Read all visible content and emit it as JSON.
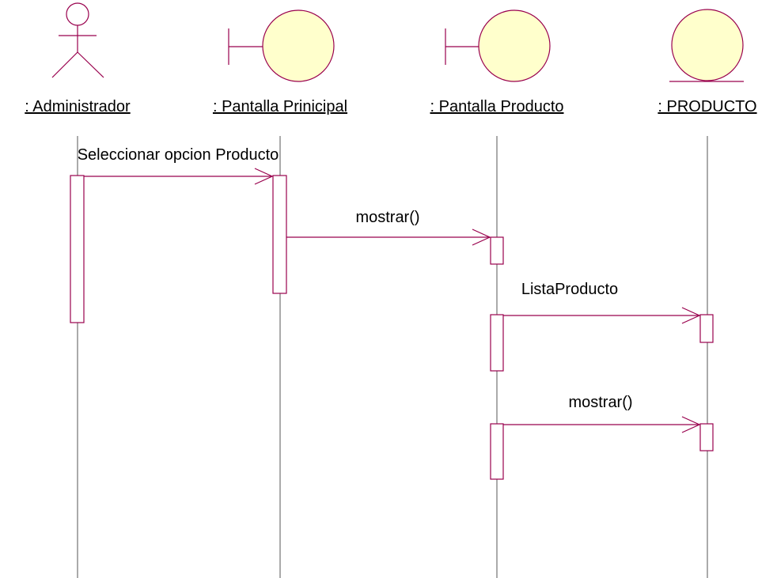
{
  "colors": {
    "line": "#99004d",
    "lifeline": "#555555",
    "fill": "#ffffcc",
    "text": "#000000"
  },
  "lifelines": [
    {
      "label": ": Administrador",
      "kind": "actor"
    },
    {
      "label": ": Pantalla Prinicipal",
      "kind": "boundary"
    },
    {
      "label": ": Pantalla Producto",
      "kind": "boundary"
    },
    {
      "label": ": PRODUCTO",
      "kind": "entity"
    }
  ],
  "messages": [
    {
      "label": "Seleccionar opcion Producto"
    },
    {
      "label": "mostrar()"
    },
    {
      "label": "ListaProducto"
    },
    {
      "label": "mostrar()"
    }
  ]
}
